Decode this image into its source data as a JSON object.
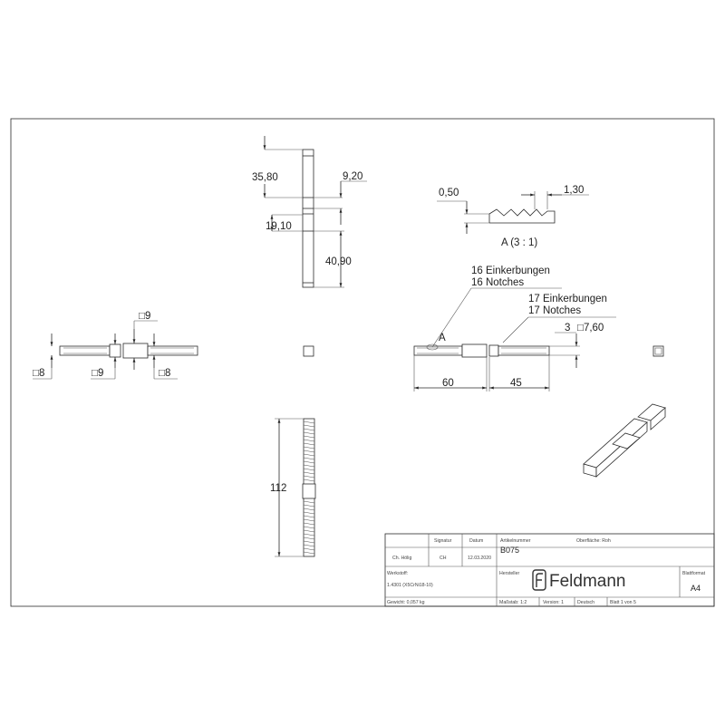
{
  "drawing": {
    "dimensions": {
      "top_total": "35,80",
      "top_width": "9,20",
      "top_middle": "19,10",
      "top_lower": "40,90",
      "detail_depth": "0,50",
      "detail_pitch": "1,30",
      "detail_label": "A (3 : 1)",
      "length_vertical": "112",
      "sq_left": "□8",
      "sq_mid_bottom": "□9",
      "sq_mid_top": "□9",
      "sq_right": "□8",
      "front_left_len": "60",
      "front_right_len": "45",
      "front_offset": "3",
      "front_square": "□7,60",
      "detail_ref": "A"
    },
    "notes": {
      "notches_16_de": "16 Einkerbungen",
      "notches_16_en": "16 Notches",
      "notches_17_de": "17 Einkerbungen",
      "notches_17_en": "17 Notches"
    }
  },
  "title_block": {
    "labels": {
      "signature": "Signatur",
      "date": "Datum",
      "article_number": "Artikelnummer",
      "surface": "Oberfläche: Roh",
      "material": "Werkstoff:",
      "manufacturer": "Hersteller",
      "sheet_format": "Blattformat",
      "weight": "Gewicht: 0,057 kg",
      "scale": "Maßstab: 1:2",
      "version": "Version: 1",
      "language": "Deutsch",
      "sheet": "Blatt 1 von 5"
    },
    "values": {
      "drawn_by": "Ch. Hölig",
      "signature": "CH",
      "date": "12.03.2020",
      "article_number": "B075",
      "material": "1.4301 (X5CrNi18-10)",
      "sheet_format": "A4",
      "brand": "Feldmann"
    }
  }
}
